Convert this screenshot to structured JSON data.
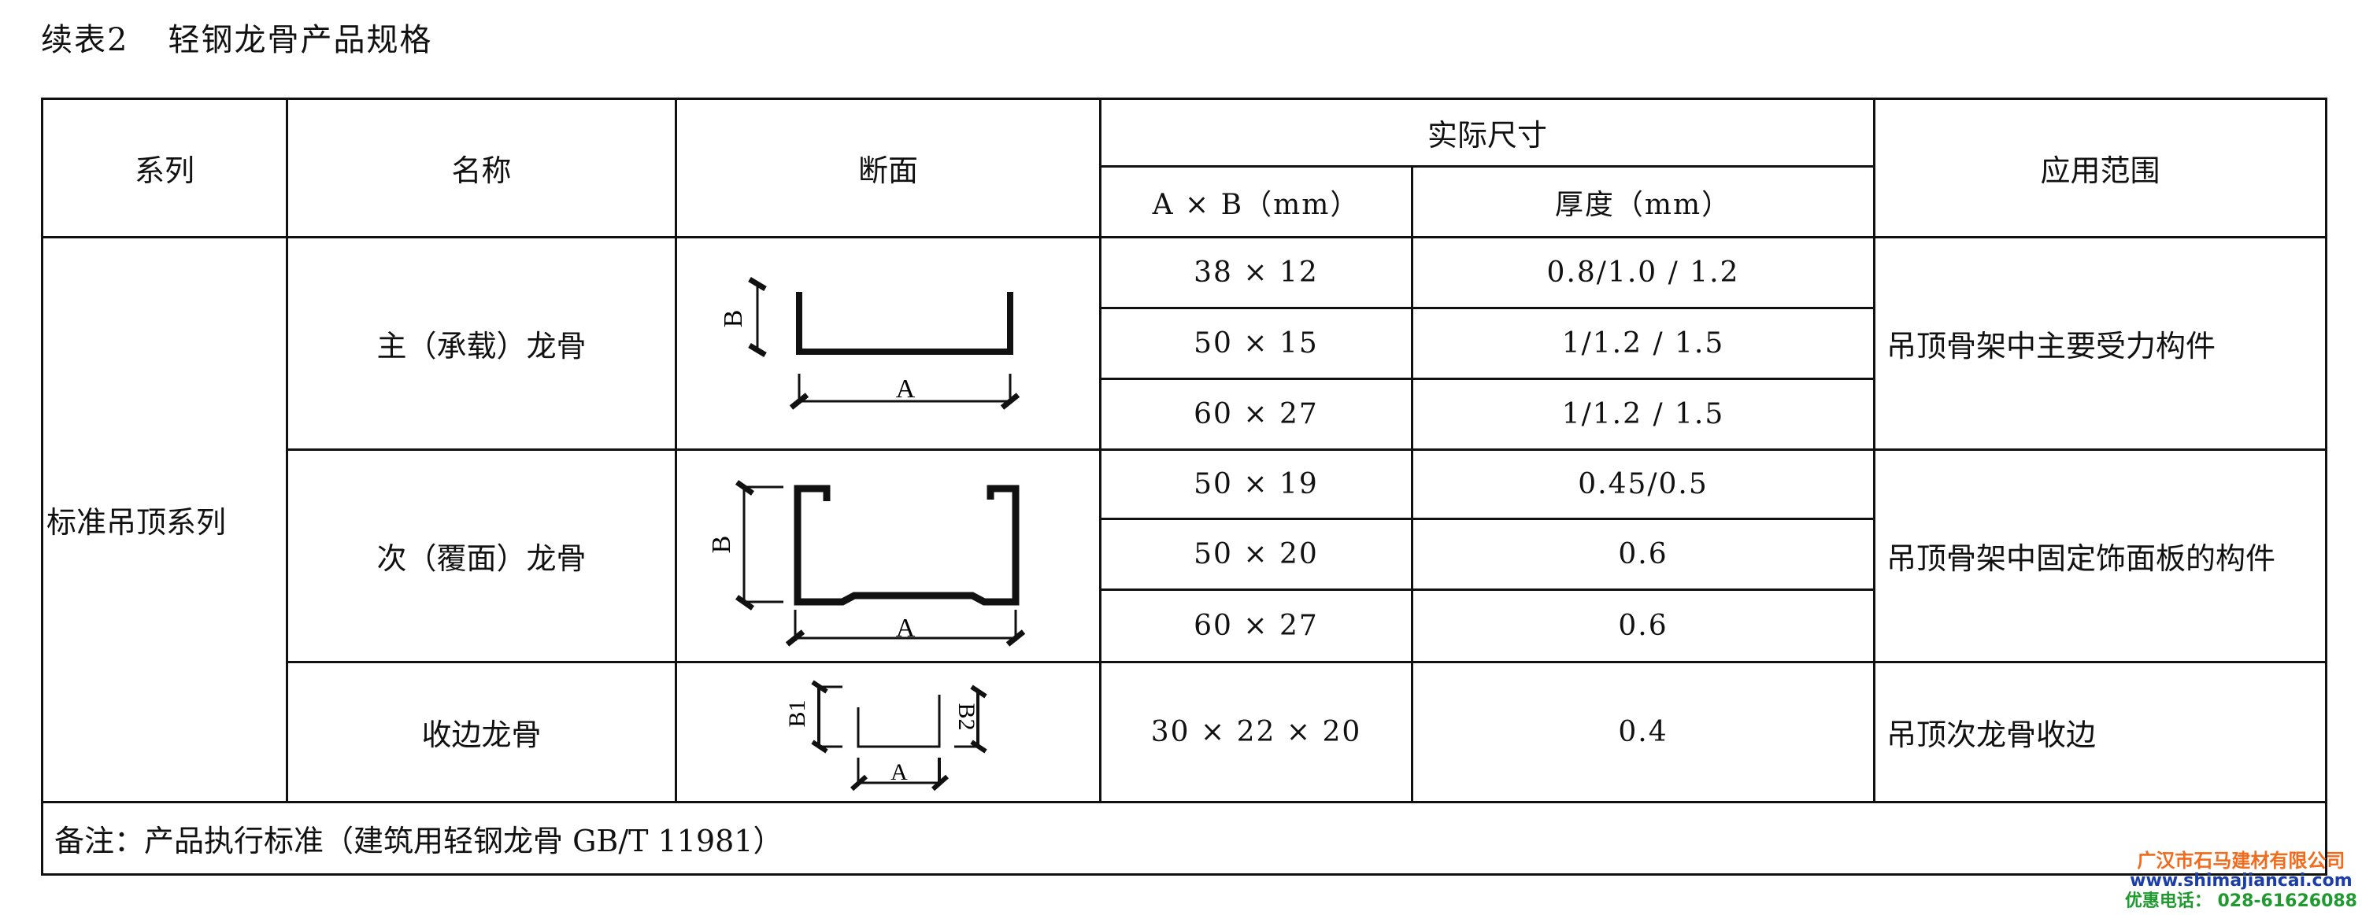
{
  "title": {
    "number": "续表2",
    "text": "轻钢龙骨产品规格"
  },
  "header": {
    "series": "系列",
    "name": "名称",
    "section": "断面",
    "actual_size": "实际尺寸",
    "axb": "A × B（mm）",
    "thickness": "厚度（mm）",
    "application": "应用范围"
  },
  "series_name": "标准吊顶系列",
  "groups": [
    {
      "name": "主（承载）龙骨",
      "application": "吊顶骨架中主要受力构件",
      "rows": [
        {
          "size": "38 × 12",
          "thickness": "0.8/1.0 / 1.2"
        },
        {
          "size": "50 × 15",
          "thickness": "1/1.2 / 1.5"
        },
        {
          "size": "60 × 27",
          "thickness": "1/1.2 / 1.5"
        }
      ]
    },
    {
      "name": "次（覆面）龙骨",
      "application": "吊顶骨架中固定饰面板的构件",
      "rows": [
        {
          "size": "50 × 19",
          "thickness": "0.45/0.5"
        },
        {
          "size": "50 × 20",
          "thickness": "0.6"
        },
        {
          "size": "60 × 27",
          "thickness": "0.6"
        }
      ]
    },
    {
      "name": "收边龙骨",
      "application": "吊顶次龙骨收边",
      "rows": [
        {
          "size": "30 × 22 × 20",
          "thickness": "0.4"
        }
      ]
    }
  ],
  "diagram_labels": {
    "a": "A",
    "b": "B",
    "b1": "B1",
    "b2": "B2"
  },
  "note": "备注：产品执行标准（建筑用轻钢龙骨 GB/T 11981）",
  "watermark": {
    "company": "广汉市石马建材有限公司",
    "url": "www.shimajiancai.com",
    "phone": "优惠电话： 028-61626088"
  }
}
